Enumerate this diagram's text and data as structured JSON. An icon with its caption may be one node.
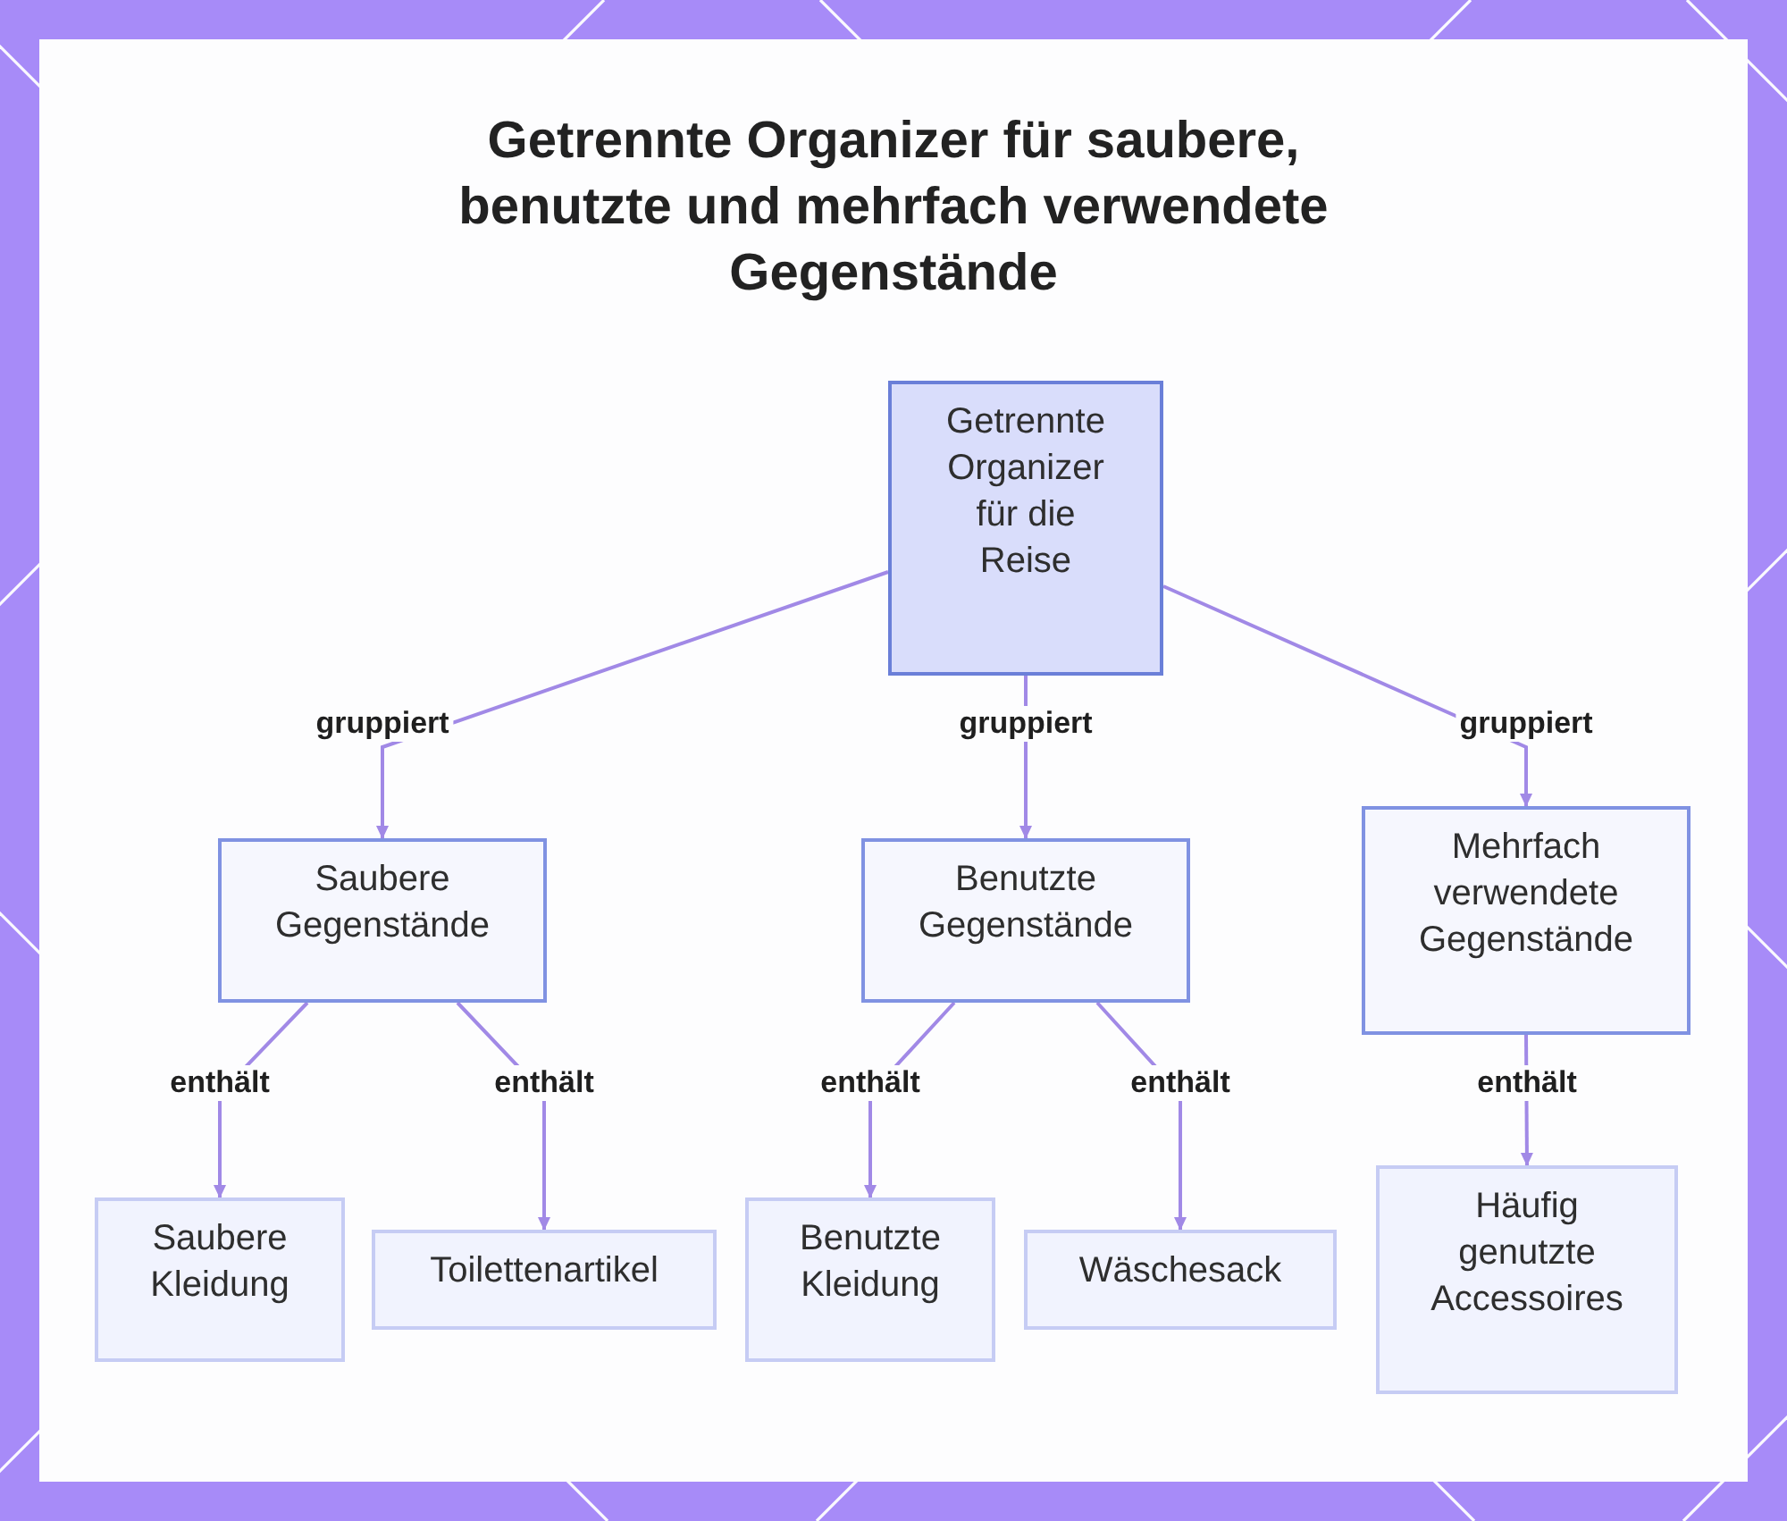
{
  "diagram": {
    "title": "Getrennte Organizer für saubere, benutzte und mehrfach verwendete Gegenstände",
    "nodes": [
      {
        "text": [
          "Getrennte Organizer für die Reise"
        ]
      },
      {
        "text": [
          "Saubere Gegenstände"
        ]
      },
      {
        "text": [
          "Benutzte Gegenstände"
        ]
      },
      {
        "text": [
          "Mehrfach verwendete Gegenstände"
        ]
      },
      {
        "text": [
          "Saubere Kleidung"
        ]
      },
      {
        "text": [
          "Toilettenartikel"
        ]
      },
      {
        "text": [
          "Benutzte Kleidung"
        ]
      },
      {
        "text": [
          "Wäschesack"
        ]
      },
      {
        "text": [
          "Häufig genutzte Accessoires"
        ]
      }
    ],
    "edges": [
      {
        "from": 0,
        "to": 1,
        "arrow": "to",
        "label": "gruppiert"
      },
      {
        "from": 0,
        "to": 2,
        "arrow": "to",
        "label": "gruppiert"
      },
      {
        "from": 0,
        "to": 3,
        "arrow": "to",
        "label": "gruppiert"
      },
      {
        "from": 1,
        "to": 4,
        "arrow": "to",
        "label": "enthält"
      },
      {
        "from": 1,
        "to": 5,
        "arrow": "to",
        "label": "enthält"
      },
      {
        "from": 2,
        "to": 6,
        "arrow": "to",
        "label": "enthält"
      },
      {
        "from": 2,
        "to": 7,
        "arrow": "to",
        "label": "enthält"
      },
      {
        "from": 3,
        "to": 8,
        "arrow": "to",
        "label": "enthält"
      }
    ]
  }
}
